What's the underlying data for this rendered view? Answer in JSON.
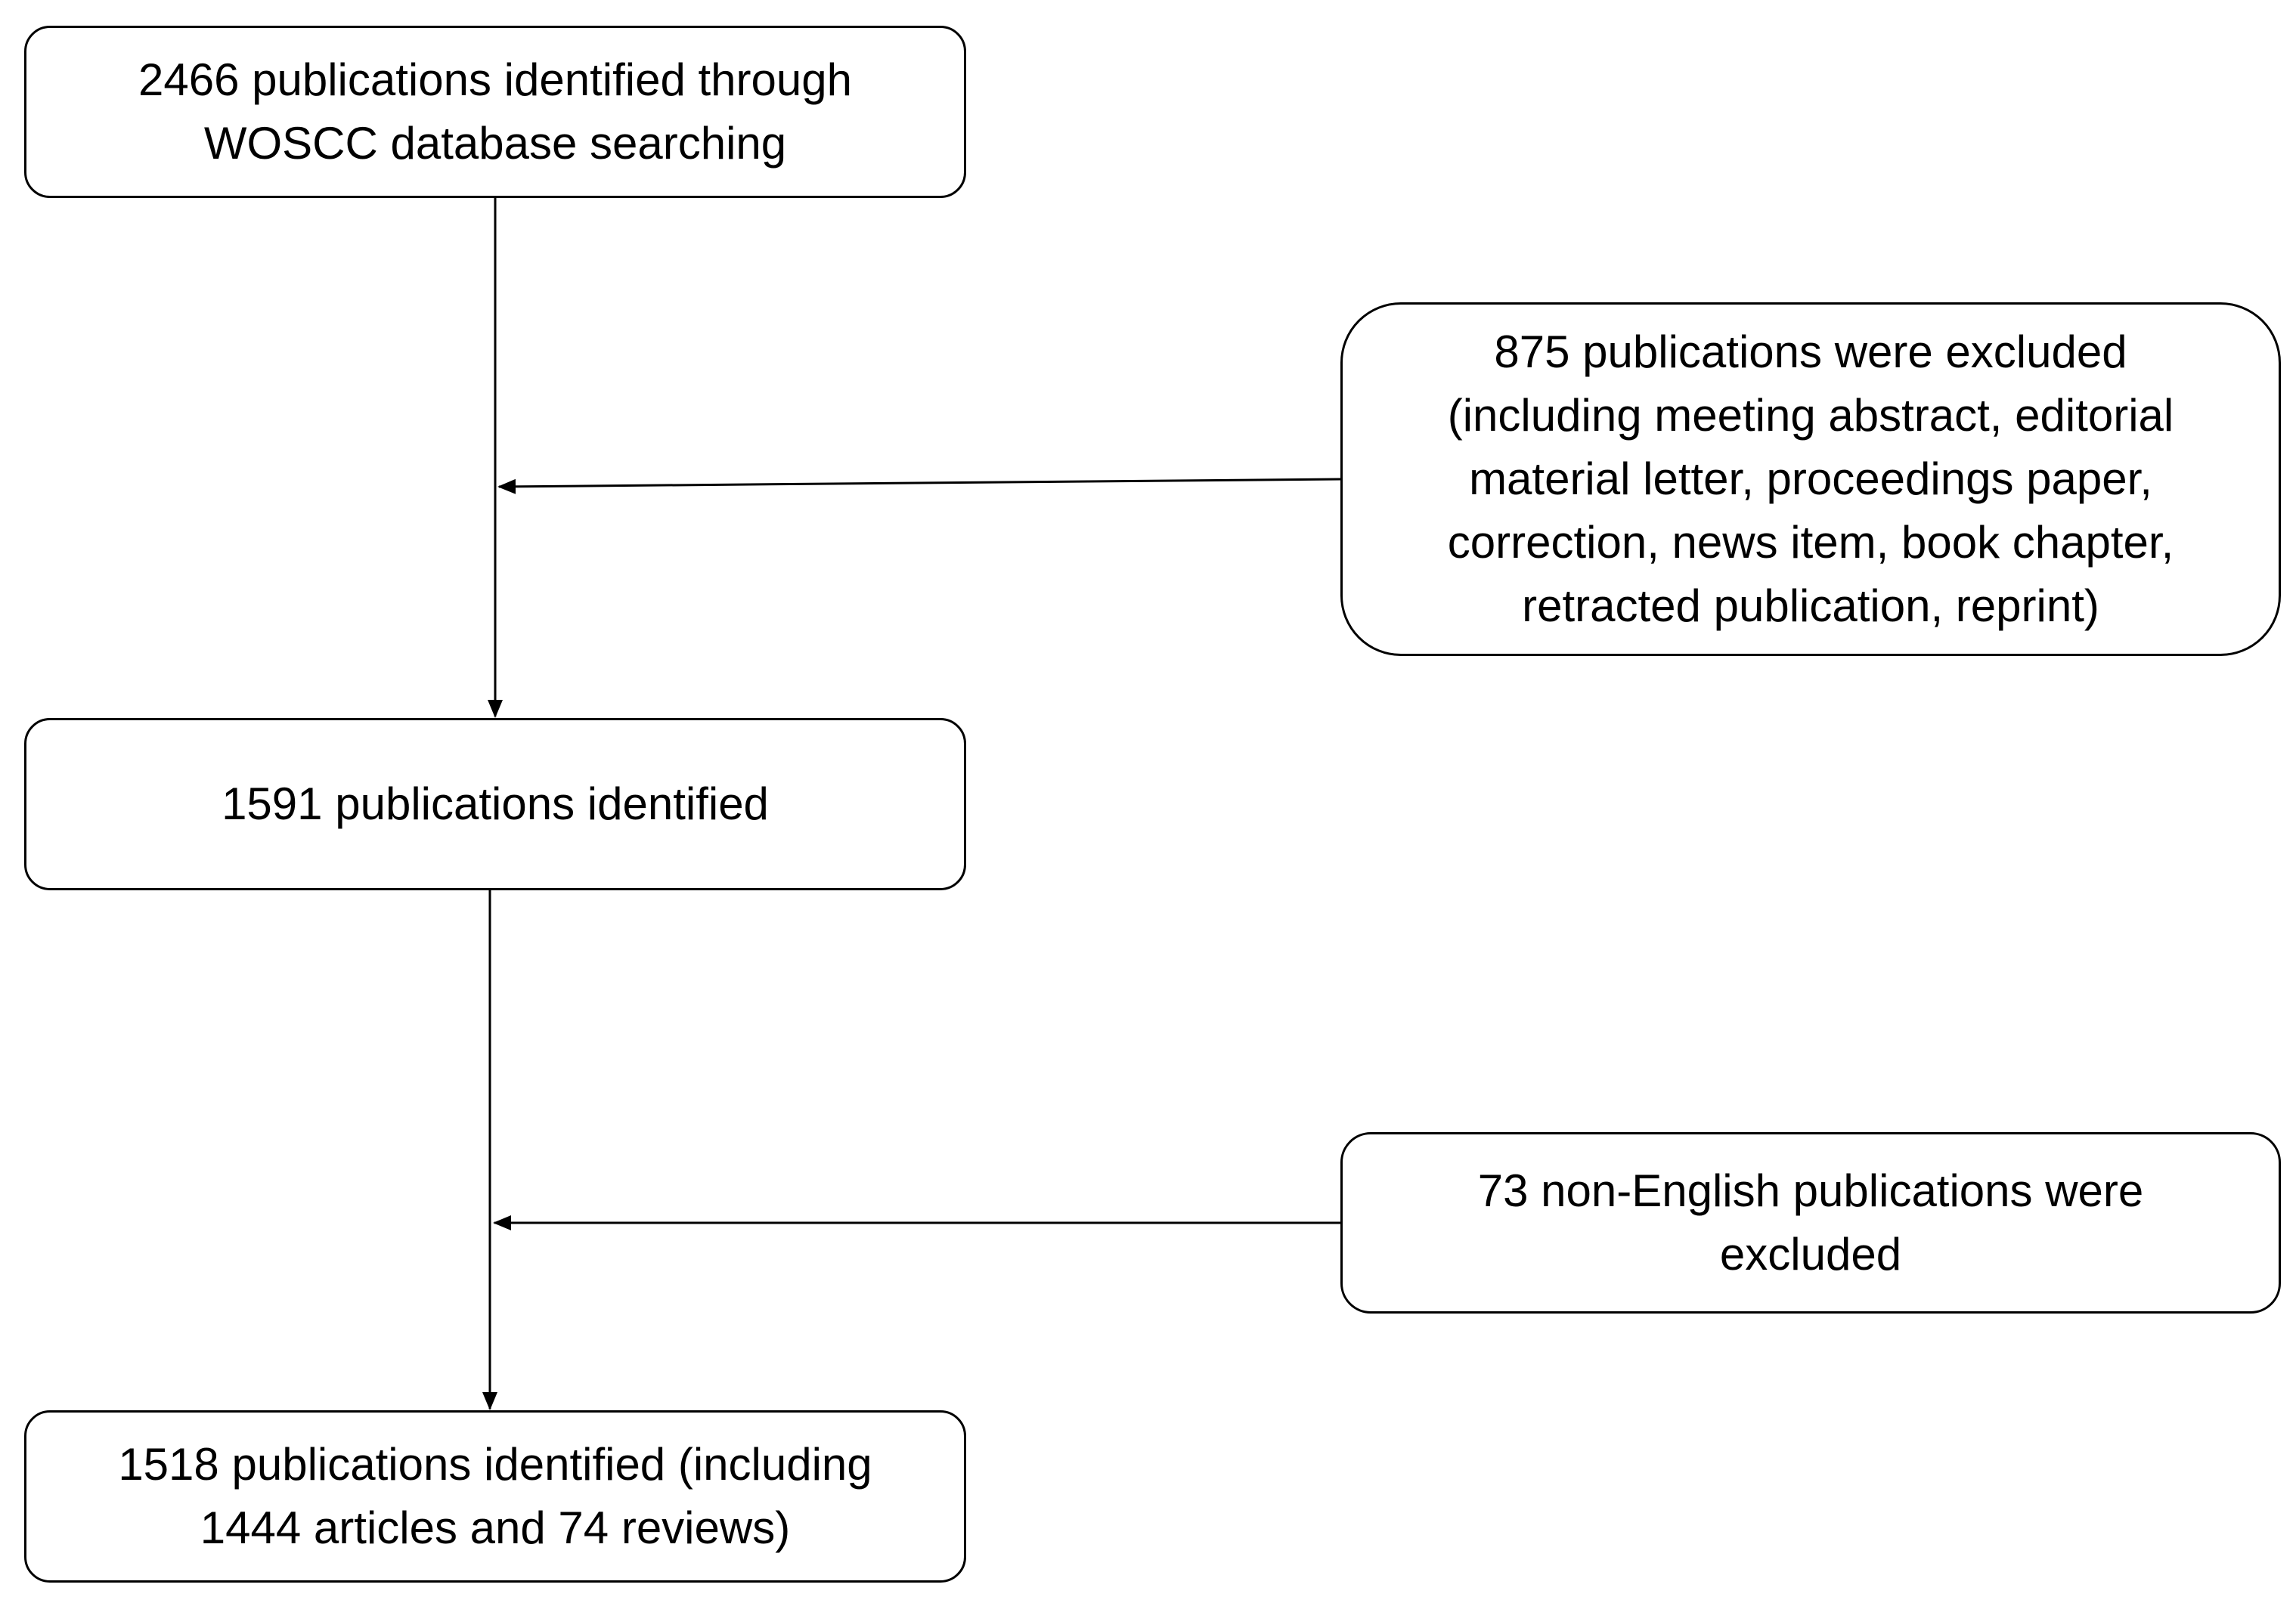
{
  "boxes": {
    "search": {
      "lines": [
        "2466 publications identified through",
        "WOSCC database searching"
      ]
    },
    "exclusion_1": {
      "lines": [
        "875 publications were excluded",
        "(including meeting abstract, editorial",
        "material letter, proceedings paper,",
        "correction, news item, book chapter,",
        "retracted publication, reprint)"
      ]
    },
    "identified": {
      "lines": [
        "1591 publications identified"
      ]
    },
    "exclusion_2": {
      "lines": [
        "73 non-English publications were",
        "excluded"
      ]
    },
    "final": {
      "lines": [
        "1518 publications identified (including",
        "1444 articles and 74 reviews)"
      ]
    }
  },
  "colors": {
    "stroke": "#000000",
    "background": "#ffffff"
  }
}
